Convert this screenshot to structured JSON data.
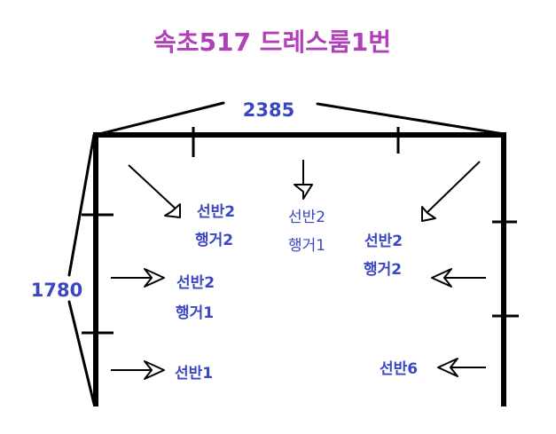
{
  "title": "속초517 드레스룸1번",
  "colors": {
    "title": "#b040b8",
    "label": "#3a47c0",
    "line": "#000000"
  },
  "dimensions": {
    "width": "2385",
    "height": "1780"
  },
  "labels": {
    "left_upper": {
      "shelf": "선반2",
      "hanger": "행거2"
    },
    "left_middle": {
      "shelf": "선반2",
      "hanger": "행거1"
    },
    "left_lower": {
      "shelf": "선반1"
    },
    "center": {
      "shelf": "선반2",
      "hanger": "행거1"
    },
    "right_upper": {
      "shelf": "선반2",
      "hanger": "행거2"
    },
    "right_lower": {
      "shelf": "선반6"
    }
  }
}
